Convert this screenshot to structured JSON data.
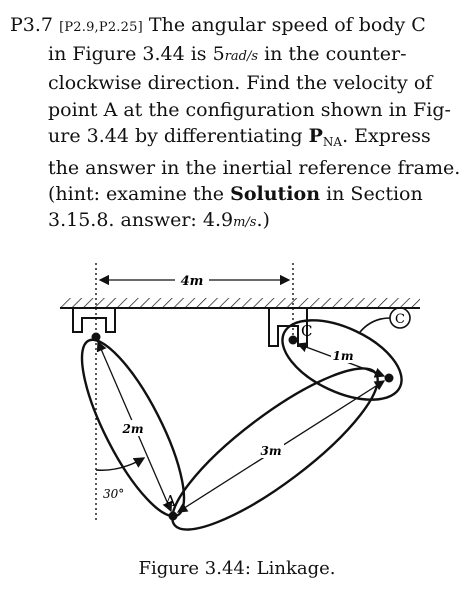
{
  "problem": {
    "label": "P3.7",
    "citation": "[P2.9,P2.25]",
    "line1_text": "The angular speed of body C",
    "line2": "in Figure 3.44 is 5",
    "line2_unit": "rad/s",
    "line2_end": " in the counter-",
    "line3": "clockwise direction.  Find the velocity of",
    "line4": "point A at the configuration shown in Fig-",
    "line5_pre": "ure 3.44 by differentiating ",
    "line5_P": "P",
    "line5_sub": "NA",
    "line5_post": ".  Express",
    "line6": "the answer in the inertial reference frame.",
    "line7_pre": "(hint:  examine the ",
    "line7_bold": "Solution",
    "line7_post": " in Section",
    "line8_pre": "3.15.8.  answer:  4.9",
    "line8_unit": "m/s",
    "line8_post": ".)"
  },
  "figure": {
    "dim_top": "4m",
    "dim_left": "2m",
    "dim_middle": "3m",
    "dim_right": "1m",
    "label_C": "C",
    "label_A": "A",
    "label_C_circled": "C",
    "angle": "30°"
  },
  "caption": "Figure 3.44: Linkage."
}
